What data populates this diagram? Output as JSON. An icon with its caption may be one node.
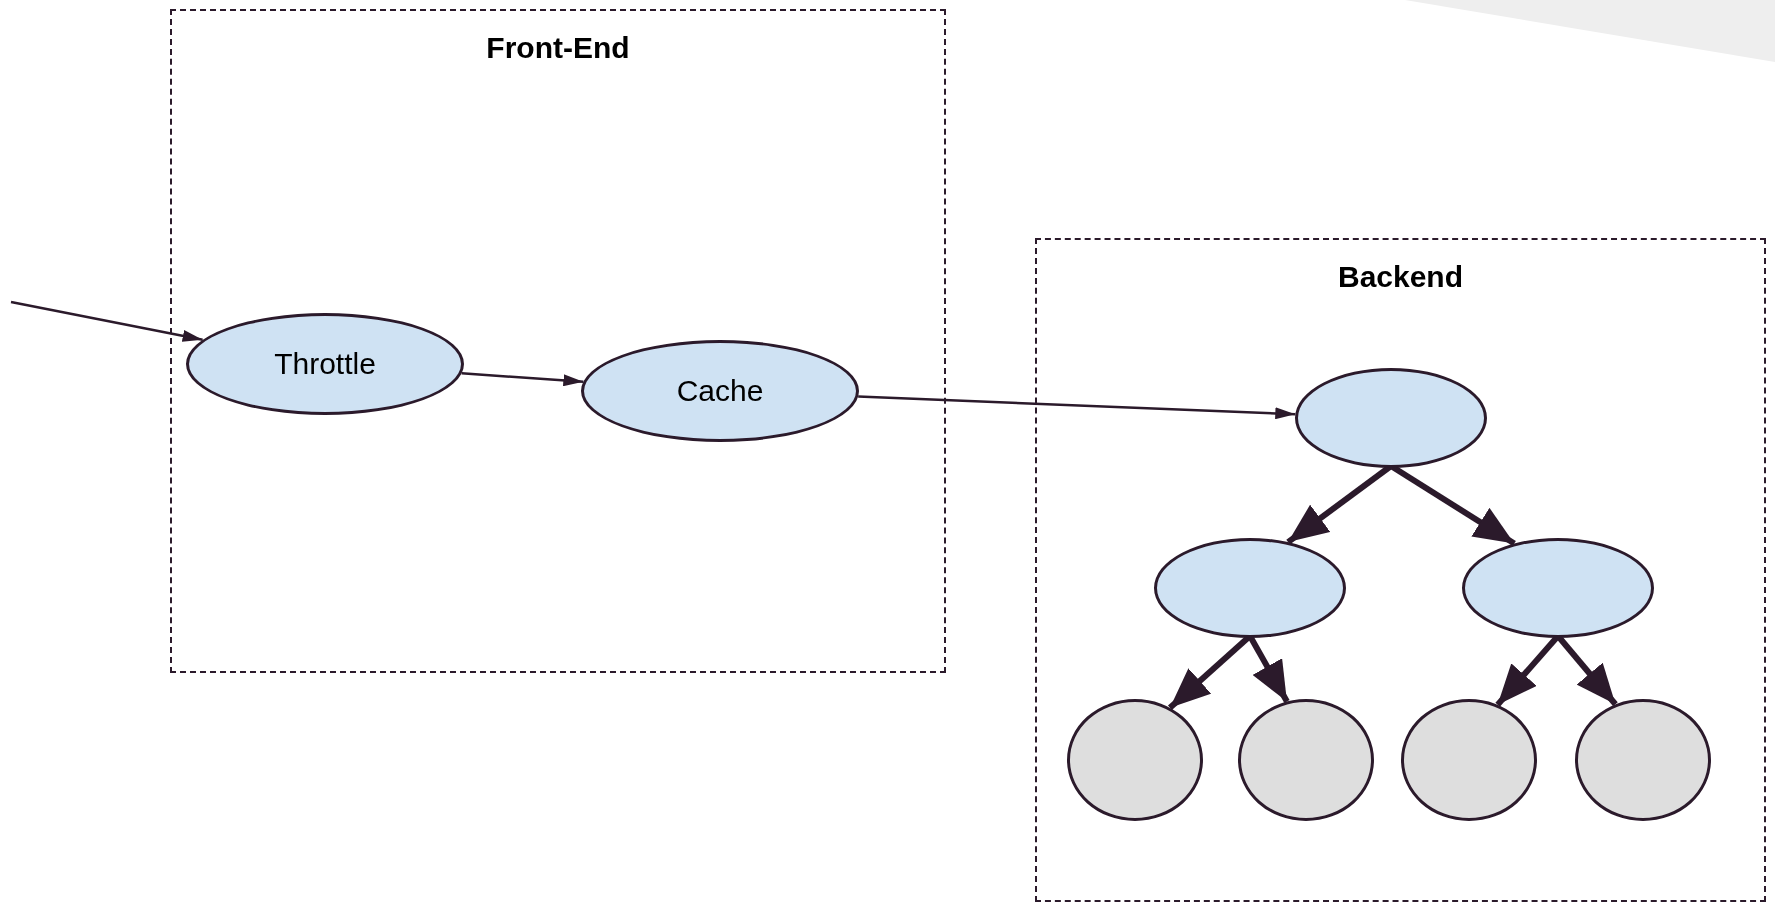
{
  "diagram": {
    "nodes": [
      {
        "text": [
          "Front-End"
        ]
      },
      {
        "text": [
          "Throttle"
        ],
        "in": 0
      },
      {
        "text": [
          "Cache"
        ],
        "in": 0
      },
      {
        "text": [
          "Backend"
        ]
      },
      {
        "text": [],
        "shape": "ellipse",
        "in": 3
      },
      {
        "text": [],
        "shape": "ellipse",
        "in": 3
      },
      {
        "text": [],
        "shape": "ellipse",
        "in": 3
      },
      {
        "text": [],
        "shape": "circle",
        "in": 3
      },
      {
        "text": [],
        "shape": "circle",
        "in": 3
      },
      {
        "text": [],
        "shape": "circle",
        "in": 3
      },
      {
        "text": [],
        "shape": "circle",
        "in": 3
      }
    ],
    "edges": [
      {
        "from": null,
        "to": 1,
        "arrow": "to"
      },
      {
        "from": 1,
        "to": 2,
        "arrow": "to"
      },
      {
        "from": 2,
        "to": 4,
        "arrow": "to"
      },
      {
        "from": 4,
        "to": 5,
        "arrow": "to"
      },
      {
        "from": 4,
        "to": 6,
        "arrow": "to"
      },
      {
        "from": 5,
        "to": 7,
        "arrow": "to"
      },
      {
        "from": 5,
        "to": 8,
        "arrow": "to"
      },
      {
        "from": 6,
        "to": 9,
        "arrow": "to"
      },
      {
        "from": 6,
        "to": 10,
        "arrow": "to"
      }
    ]
  }
}
